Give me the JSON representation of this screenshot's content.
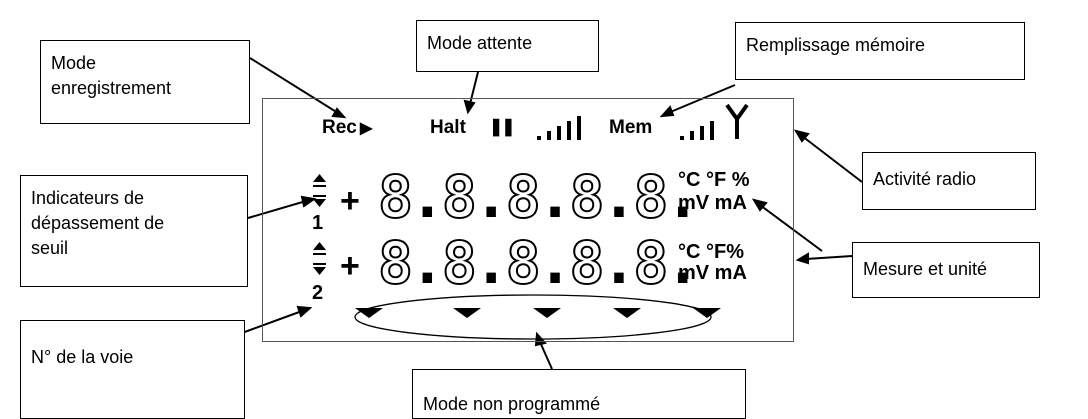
{
  "callouts": {
    "mode_enregistrement": "Mode\nenregistrement",
    "mode_attente": "Mode attente",
    "remplissage_memoire": "Remplissage mémoire",
    "activite_radio": "Activité radio",
    "indicateurs_depassement": "Indicateurs de\ndépassement de\nseuil",
    "mesure_unite": "Mesure et unité",
    "numero_voie": "N° de la voie",
    "mode_non_programme": "Mode non programmé"
  },
  "display": {
    "rec": "Rec",
    "halt": "Halt",
    "mem": "Mem",
    "play_symbol": "▶",
    "pause_symbol": "❚❚",
    "antenna_symbol": "Y",
    "sign_symbol": "+",
    "row1": {
      "digits": [
        "8",
        "8",
        "8",
        "8",
        "8"
      ],
      "units_top": "°C °F %",
      "units_bottom": "mV mA",
      "channel": "1"
    },
    "row2": {
      "digits": [
        "8",
        "8",
        "8",
        "8",
        "8"
      ],
      "units_top": "°C °F%",
      "units_bottom": "mV mA",
      "channel": "2"
    }
  },
  "icons": {
    "bar_graph": "signal-bars-icon",
    "antenna": "antenna-icon",
    "threshold": "up-down-arrow-icon",
    "program_marker": "down-triangle-icon"
  }
}
